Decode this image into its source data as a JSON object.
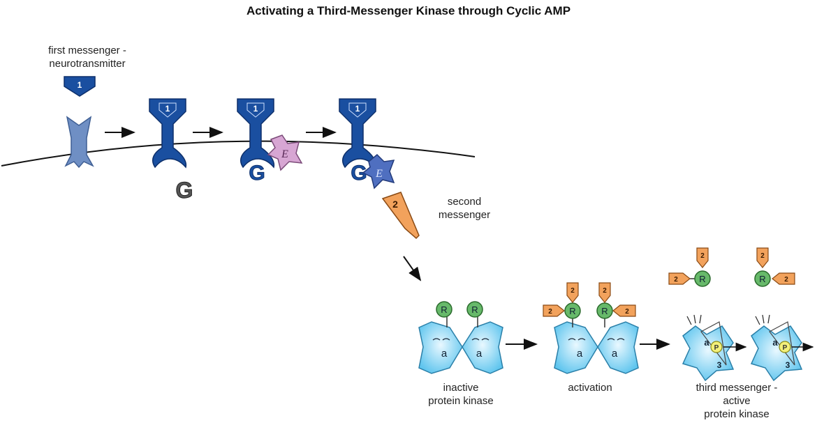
{
  "title": "Activating a Third-Messenger Kinase through Cyclic AMP",
  "labels": {
    "first_messenger_line1": "first messenger -",
    "first_messenger_line2": "neurotransmitter",
    "second_messenger_line1": "second",
    "second_messenger_line2": "messenger",
    "inactive_line1": "inactive",
    "inactive_line2": "protein kinase",
    "activation": "activation",
    "third_line1": "third messenger -",
    "third_line2": "active",
    "third_line3": "protein kinase"
  },
  "glyphs": {
    "first_messenger_num": "1",
    "second_messenger_num": "2",
    "third_messenger_num": "3",
    "g_protein": "G",
    "effector": "E",
    "regulatory": "R",
    "catalytic": "a",
    "phosphate": "P"
  },
  "colors": {
    "receptor_inactive": "#6f8fc4",
    "receptor_active": "#1a4fa0",
    "g_protein_inactive": "#555555",
    "effector_inactive": "#d7a6d3",
    "effector_active": "#4f6fc0",
    "second_messenger": "#f2a25c",
    "regulatory": "#67b96a",
    "kinase": "#7fd3f2",
    "phosphate": "#f3f07a"
  }
}
